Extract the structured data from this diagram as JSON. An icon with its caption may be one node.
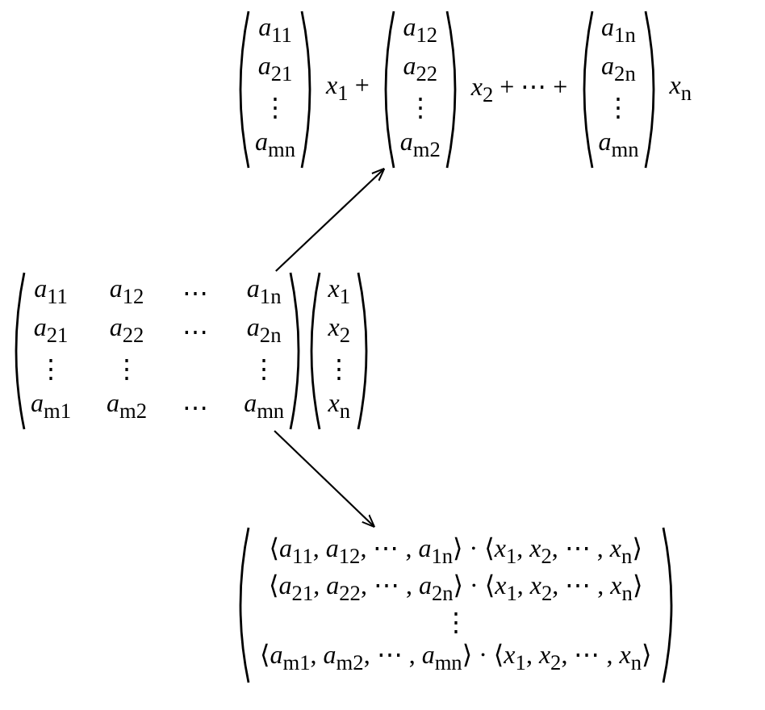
{
  "diagram": {
    "nodes": [
      {
        "text": [
          "*a*$_{11}$",
          "*a*$_{21}$",
          "⋮",
          "*a*$_{mn}$",
          "*x*$_{1}$ +",
          "*a*$_{12}$",
          "*a*$_{22}$",
          "⋮",
          "*a*$_{m2}$",
          "*x*$_{2}$ + ⋯ +",
          "*a*$_{1n}$",
          "*a*$_{2n}$",
          "⋮",
          "*a*$_{mn}$",
          "*x*$_{n}$"
        ]
      },
      {
        "text": [
          "*a*$_{11}$",
          "*a*$_{12}$",
          "⋯",
          "*a*$_{1n}$",
          "*a*$_{21}$",
          "*a*$_{22}$",
          "⋯",
          "*a*$_{2n}$",
          "⋮",
          "⋮",
          "⋮",
          "*a*$_{m1}$",
          "*a*$_{m2}$",
          "⋯",
          "*a*$_{mn}$",
          "*x*$_{1}$",
          "*x*$_{2}$",
          "⋮",
          "*x*$_{n}$"
        ]
      },
      {
        "text": [
          "⟨*a*$_{11}$, *a*$_{12}$, ⋯ , *a*$_{1n}$⟩ · ⟨*x*$_{1}$, *x*$_{2}$, ⋯ , *x*$_{n}$⟩",
          "⟨*a*$_{21}$, *a*$_{22}$, ⋯ , *a*$_{2n}$⟩ · ⟨*x*$_{1}$, *x*$_{2}$, ⋯ , *x*$_{n}$⟩",
          "⋮",
          "⟨*a*$_{m1}$, *a*$_{m2}$, ⋯ , *a*$_{mn}$⟩ · ⟨*x*$_{1}$, *x*$_{2}$, ⋯ , *x*$_{n}$⟩"
        ]
      }
    ],
    "edges": [
      {
        "from": 1,
        "to": 0,
        "arrow": "to"
      },
      {
        "from": 1,
        "to": 2,
        "arrow": "to"
      }
    ]
  }
}
